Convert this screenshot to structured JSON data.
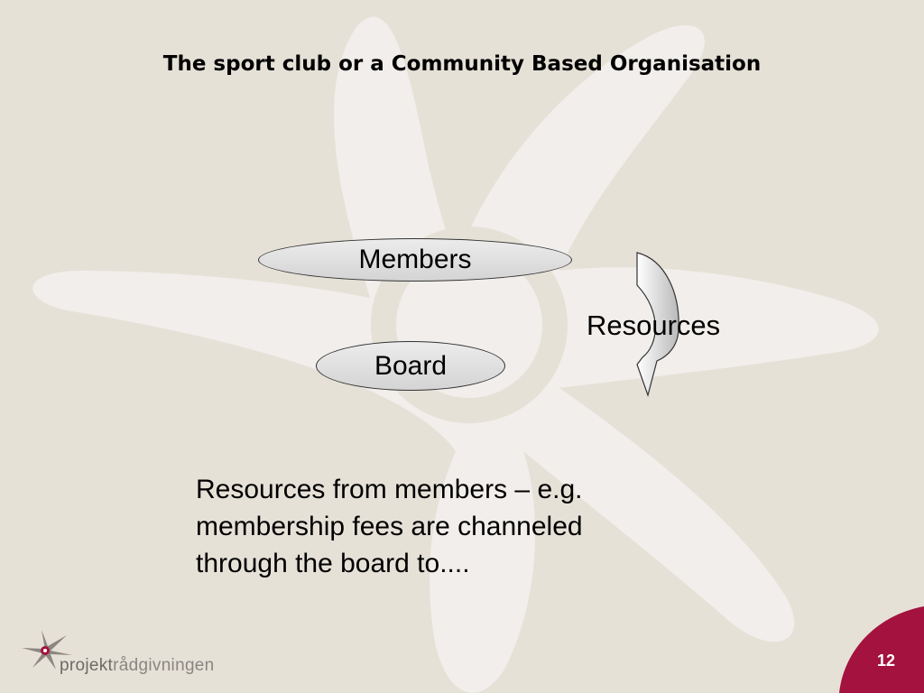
{
  "title": "The sport club or a Community Based Organisation",
  "diagram": {
    "members_label": "Members",
    "board_label": "Board",
    "resources_label": "Resources",
    "arrow_icon": "curved-down-arrow-icon"
  },
  "body_text": "Resources from members – e.g. membership fees are channeled through the board to....",
  "footer": {
    "logo_text_prefix": "projekt",
    "logo_text_suffix": "rådgivningen",
    "page_number": "12"
  },
  "colors": {
    "background": "#e6e1d7",
    "star": "#f1eeeb",
    "badge": "#a4123f",
    "ellipse_fill": "#dcdcdc"
  }
}
